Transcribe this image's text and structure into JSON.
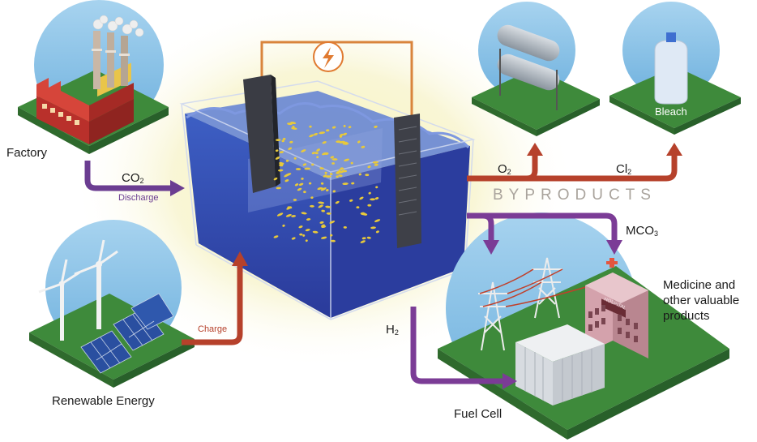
{
  "labels": {
    "factory": "Factory",
    "co2_main": "CO",
    "co2_sub": "2",
    "discharge": "Discharge",
    "renewable": "Renewable Energy",
    "charge": "Charge",
    "o2_main": "O",
    "o2_sub": "2",
    "cl2_main": "Cl",
    "cl2_sub": "2",
    "byproducts": "BYPRODUCTS",
    "mco3_main": "MCO",
    "mco3_sub": "3",
    "medicine_1": "Medicine and",
    "medicine_2": "other valuable",
    "medicine_3": "products",
    "h2_main": "H",
    "h2_sub": "2",
    "fuel_cell": "Fuel Cell",
    "bleach": "Bleach",
    "hospital_sign": "HOSPITAL"
  },
  "colors": {
    "discharge_arrow": "#6b3d91",
    "charge_arrow": "#b6412b",
    "byproduct_arrow": "#b6412b",
    "output_arrow": "#7b3c96",
    "sky_disc": "#8fc4e6",
    "grass": "#3f8a3c",
    "electrolyte": "#3048a8",
    "glow": "#f4f1b0",
    "lightning": "#e07a30"
  },
  "icons": [
    "lightning-bolt-icon",
    "factory-icon",
    "wind-turbine-icon",
    "solar-panel-icon",
    "gas-tank-icon",
    "bleach-jug-icon",
    "power-tower-icon",
    "hospital-icon",
    "fuel-cell-icon"
  ]
}
